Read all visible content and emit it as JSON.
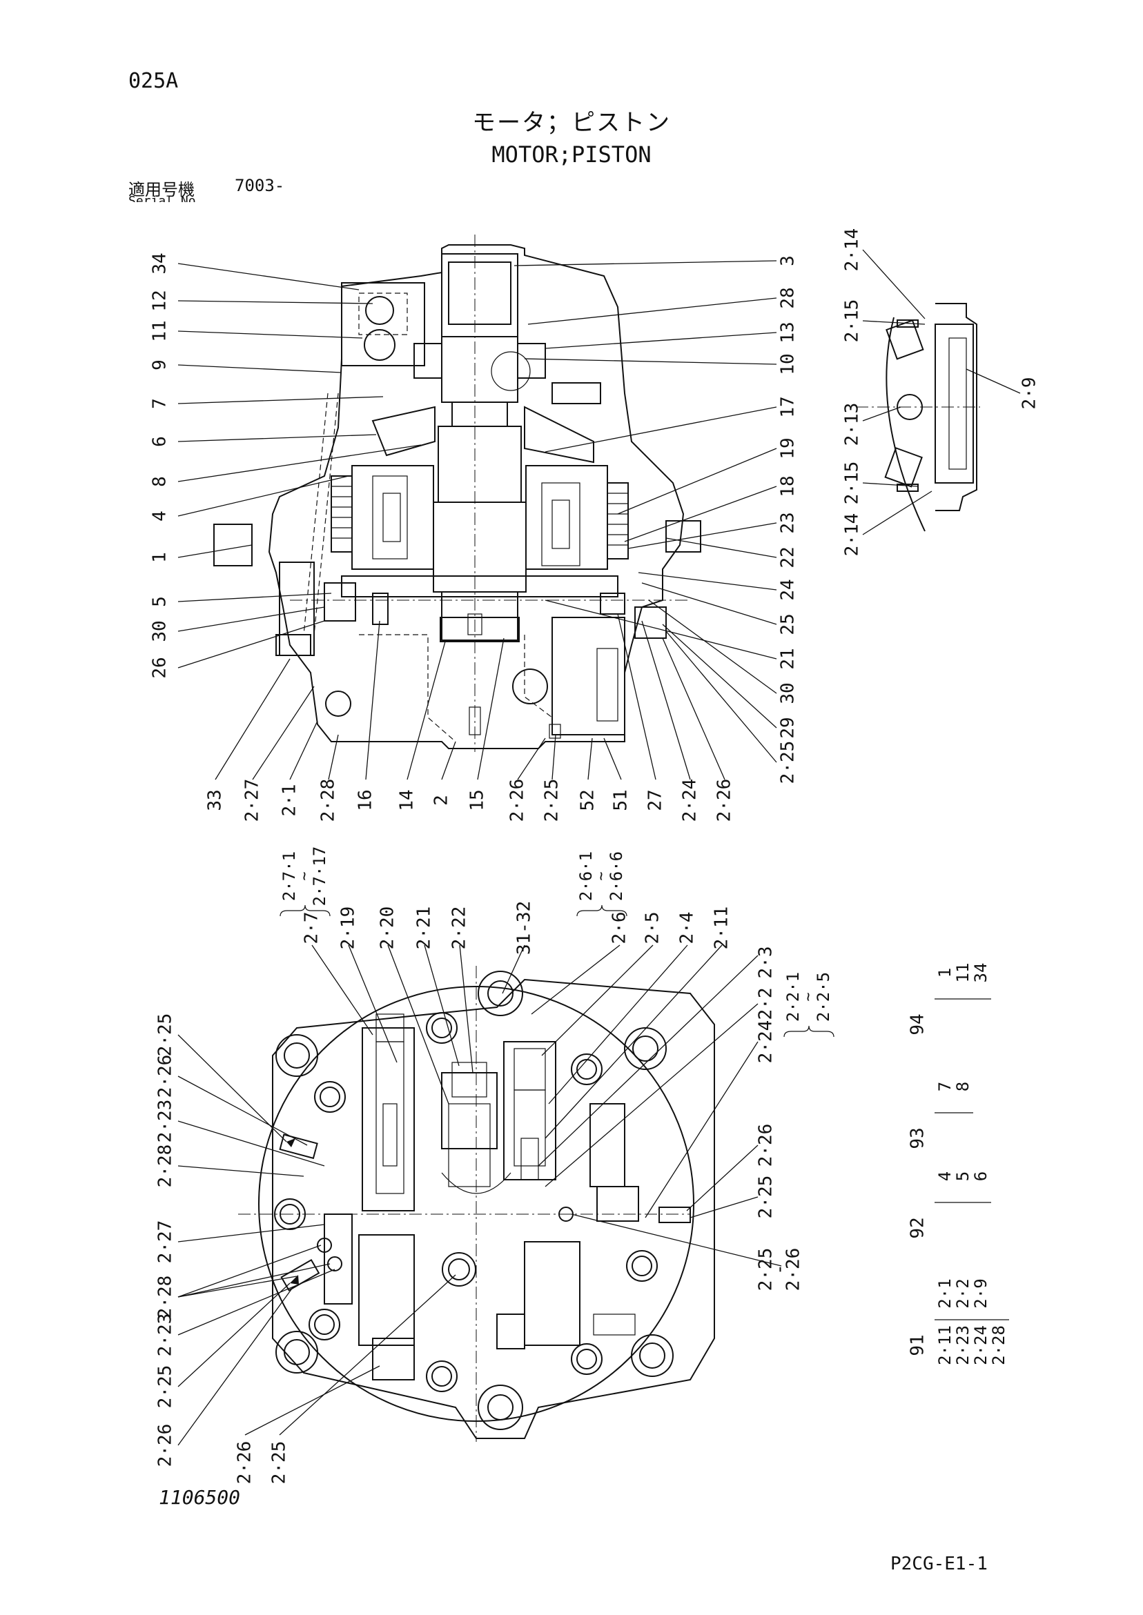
{
  "header": {
    "page_code": "025A",
    "title_jp": "モータ；ピストン",
    "title_en": "MOTOR;PISTON",
    "serial_label_jp": "適用号機",
    "serial_label_en": "Serial No.",
    "serial_value": "7003-"
  },
  "footer": {
    "drawing_no": "1106500",
    "sheet_code": "P2CG-E1-1"
  },
  "views": {
    "section_view": {
      "labels_left": [
        "34",
        "12",
        "11",
        "9",
        "7",
        "6",
        "8",
        "4",
        "1",
        "5",
        "30",
        "26"
      ],
      "labels_right": [
        "3",
        "28",
        "13",
        "10",
        "17",
        "19",
        "18",
        "23",
        "22",
        "24",
        "25",
        "21",
        "30",
        "29",
        "2·25"
      ],
      "labels_bottom": [
        "33",
        "2·27",
        "2·1",
        "2·28",
        "16",
        "14",
        "2",
        "15",
        "2·26",
        "2·25",
        "52",
        "51",
        "27",
        "2·24",
        "2·26"
      ]
    },
    "detail_view": {
      "labels": [
        "2·14",
        "2·15",
        "2·13",
        "2·15",
        "2·14",
        "2·9"
      ]
    },
    "end_view": {
      "labels_top": [
        "2·7",
        "2·19",
        "2·20",
        "2·21",
        "2·22",
        "31-32",
        "2·6",
        "2·5",
        "2·4",
        "2·11",
        "2·3",
        "2·2",
        "2·24"
      ],
      "group_2_7": {
        "from": "2·7·1",
        "sep": "~",
        "to": "2·7·17"
      },
      "group_2_6": {
        "from": "2·6·1",
        "sep": "~",
        "to": "2·6·6"
      },
      "group_2_2": {
        "from": "2·2·1",
        "sep": "~",
        "to": "2·2·5"
      },
      "labels_left": [
        "2·25",
        "2·26",
        "2·23",
        "2·28",
        "2·27",
        "2·28",
        "2·23",
        "2·25",
        "2·26"
      ],
      "labels_bottom": [
        "2·26",
        "2·25"
      ],
      "labels_right": [
        "2·26",
        "2·25"
      ],
      "label_pair_right": {
        "top": "2·25",
        "sep": "-",
        "bottom": "2·26"
      }
    }
  },
  "kits": [
    {
      "kit": "94",
      "parts": [
        "1",
        "11",
        "34"
      ]
    },
    {
      "kit": "93",
      "parts": [
        "7",
        "8"
      ]
    },
    {
      "kit": "92",
      "parts": [
        "4",
        "5",
        "6"
      ]
    },
    {
      "kit": "91",
      "parts": [
        "2·1",
        "2·2",
        "2·9",
        "2·11",
        "2·23",
        "2·24",
        "2·28"
      ]
    }
  ]
}
